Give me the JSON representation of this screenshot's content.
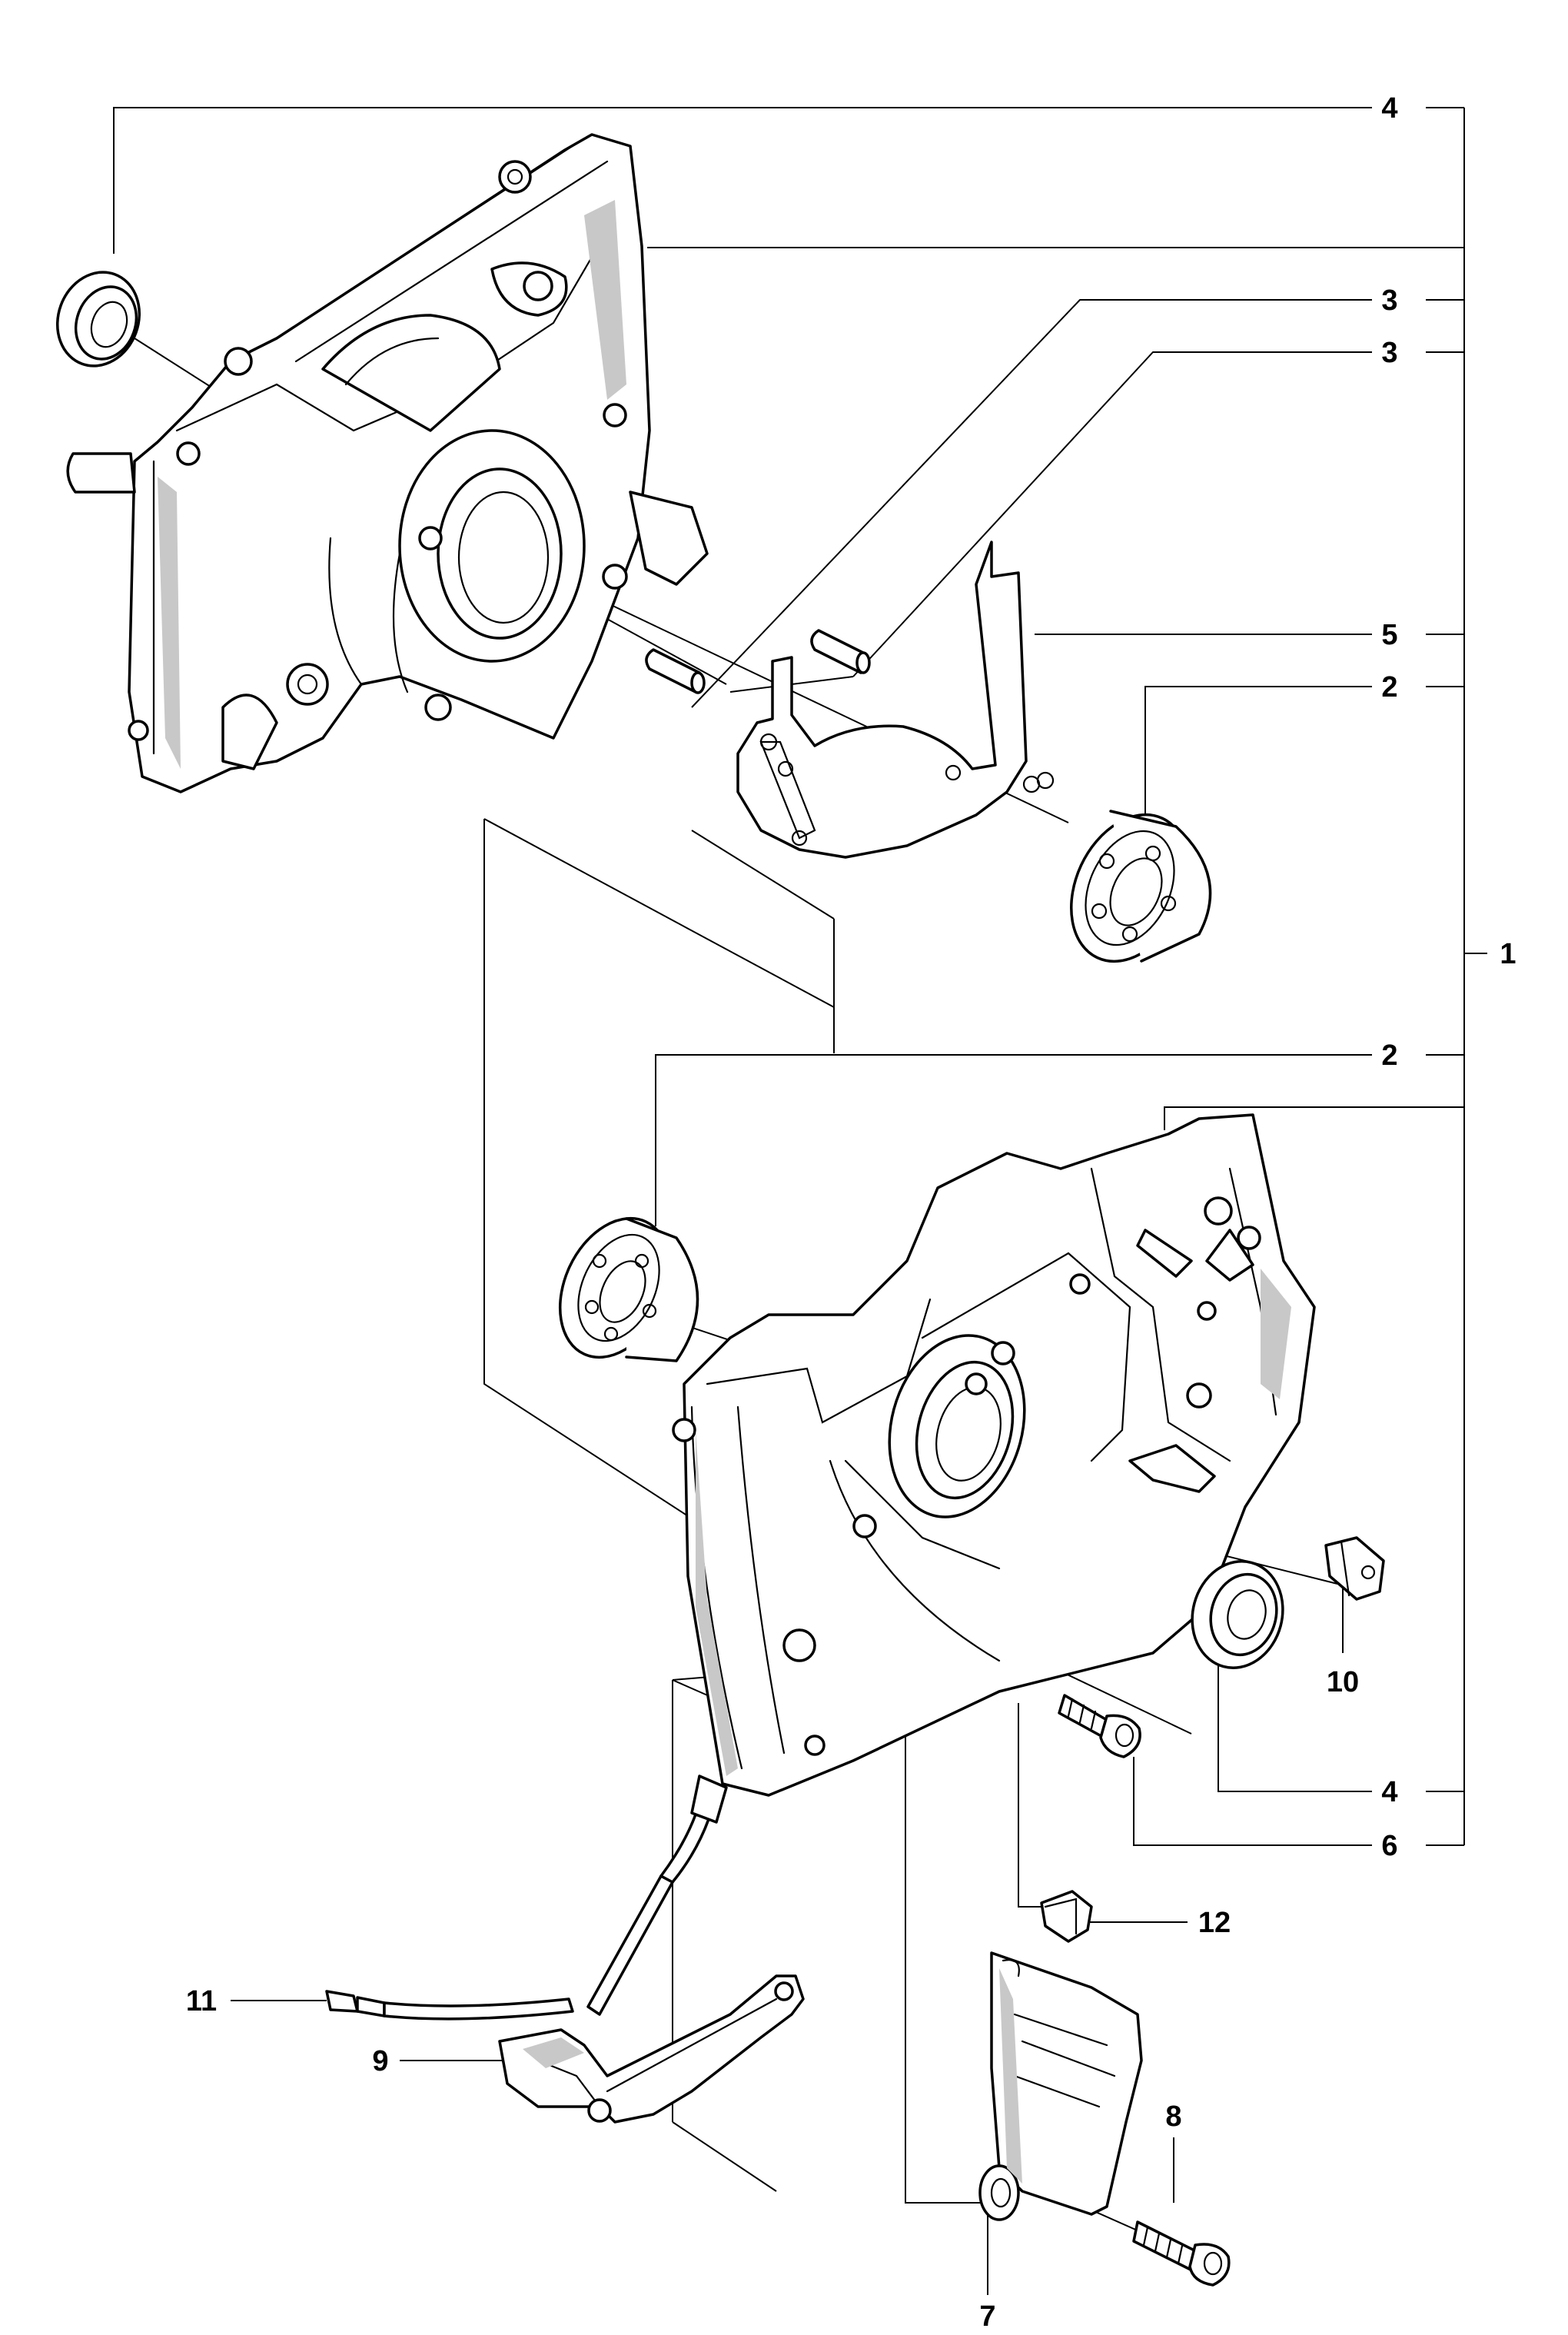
{
  "callouts": [
    {
      "id": "c1",
      "text": "1"
    },
    {
      "id": "c2a",
      "text": "2"
    },
    {
      "id": "c2b",
      "text": "2"
    },
    {
      "id": "c3a",
      "text": "3"
    },
    {
      "id": "c3b",
      "text": "3"
    },
    {
      "id": "c4a",
      "text": "4"
    },
    {
      "id": "c4b",
      "text": "4"
    },
    {
      "id": "c5",
      "text": "5"
    },
    {
      "id": "c6",
      "text": "6"
    },
    {
      "id": "c7",
      "text": "7"
    },
    {
      "id": "c8",
      "text": "8"
    },
    {
      "id": "c9",
      "text": "9"
    },
    {
      "id": "c10",
      "text": "10"
    },
    {
      "id": "c11",
      "text": "11"
    },
    {
      "id": "c12",
      "text": "12"
    }
  ]
}
